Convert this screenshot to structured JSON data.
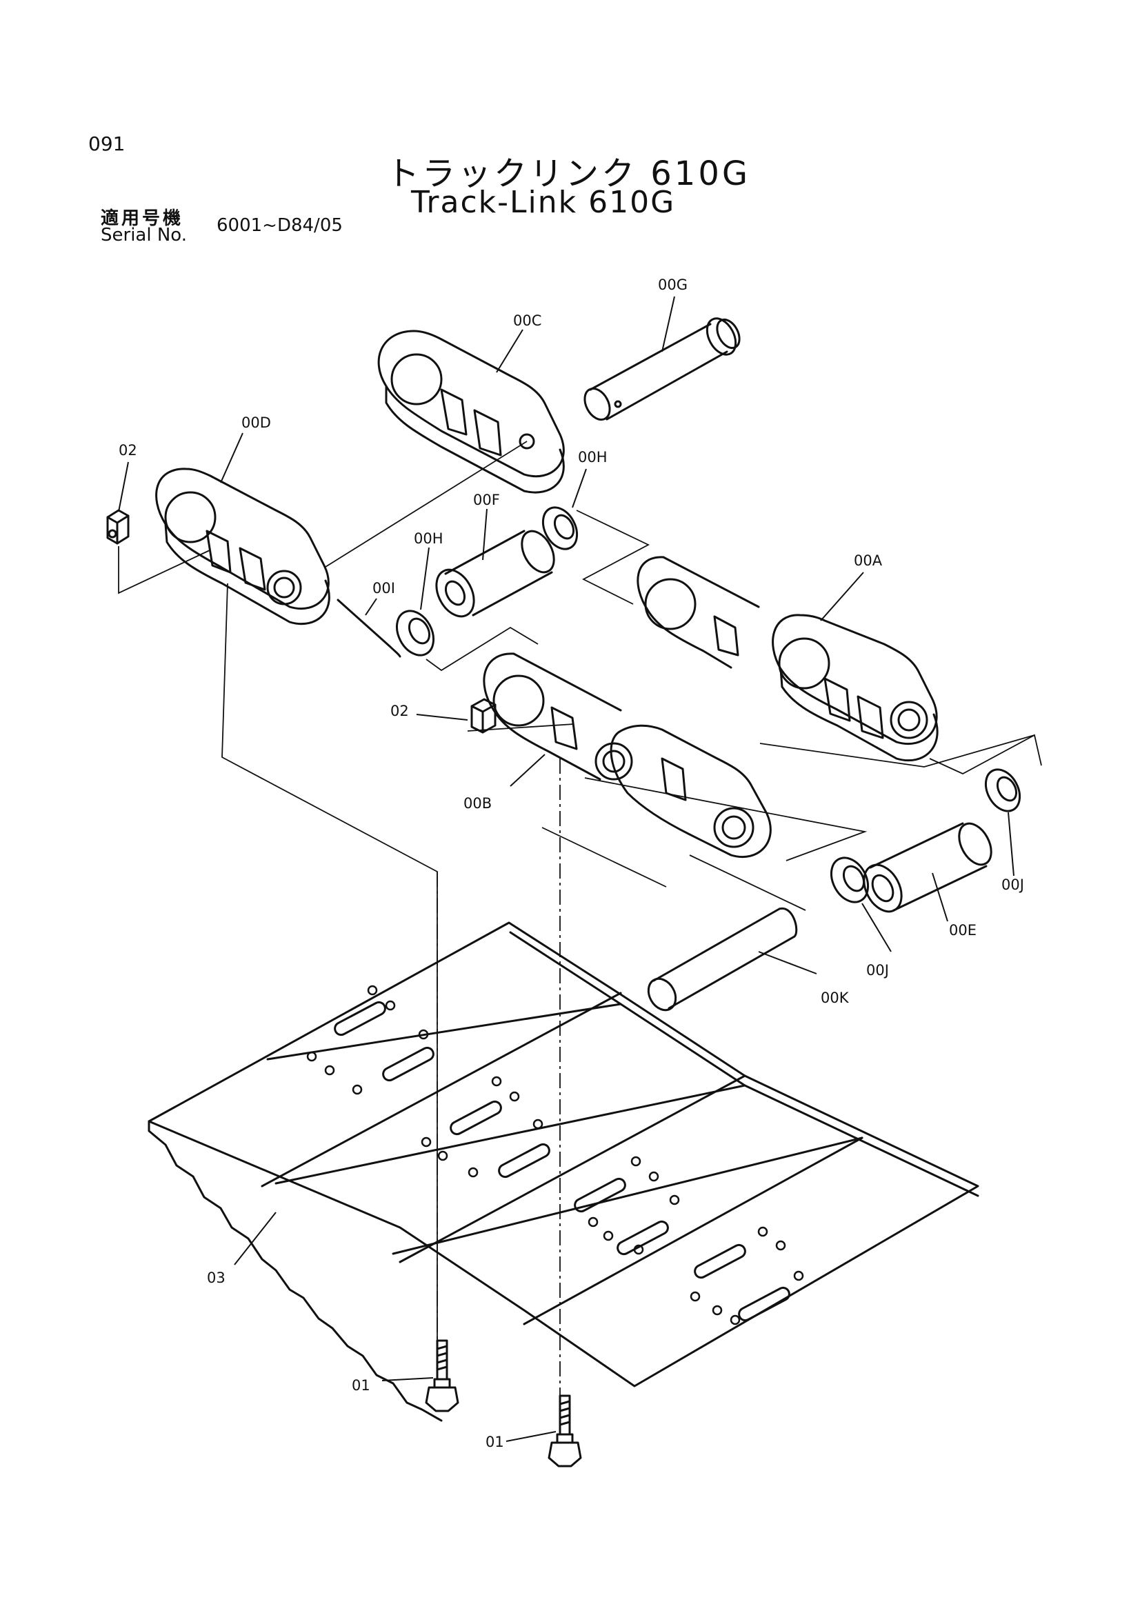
{
  "header": {
    "page_number": "091",
    "title_jp": "トラックリンク 610G",
    "title_en": "Track-Link 610G",
    "serial_label_jp": "適用号機",
    "serial_label_en": "Serial No.",
    "serial_value": "6001~D84/05"
  },
  "callouts": {
    "c00G": "00G",
    "c00C": "00C",
    "c00D": "00D",
    "c02a": "02",
    "c00H1": "00H",
    "c00F": "00F",
    "c00H2": "00H",
    "c00I": "00I",
    "c00A": "00A",
    "c02b": "02",
    "c00B": "00B",
    "c00J1": "00J",
    "c00E": "00E",
    "c00J2": "00J",
    "c00K": "00K",
    "c03": "03",
    "c01a": "01",
    "c01b": "01"
  }
}
